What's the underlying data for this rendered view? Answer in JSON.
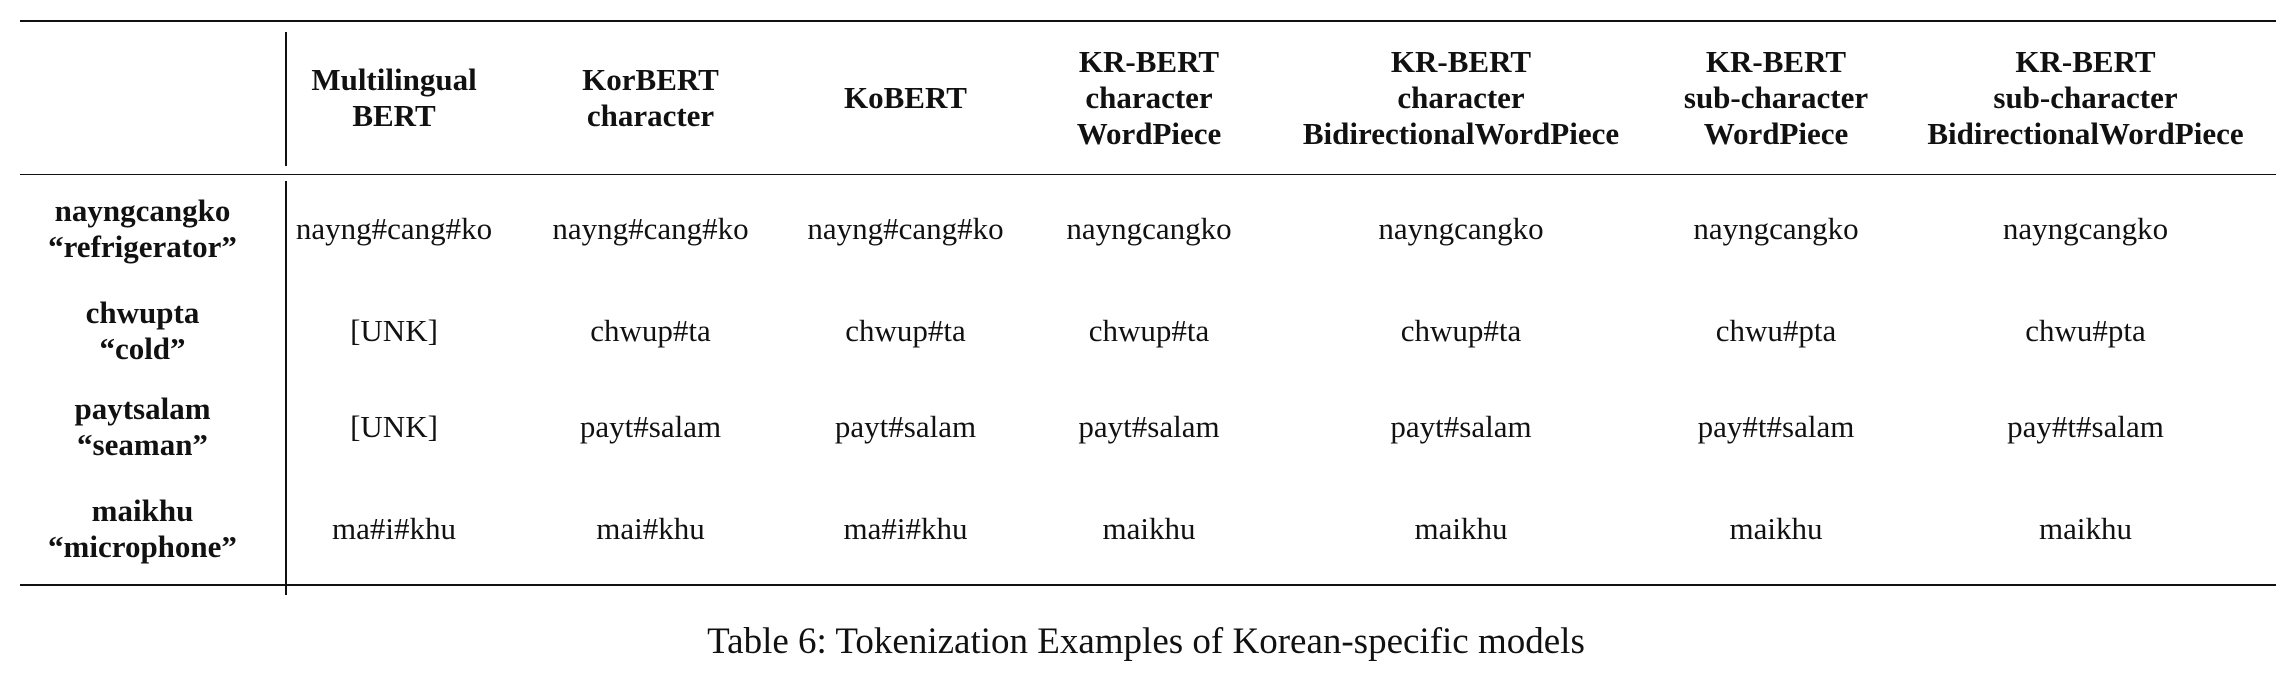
{
  "table": {
    "columns": [
      {
        "lines": [
          ""
        ]
      },
      {
        "lines": [
          "Multilingual",
          "BERT"
        ]
      },
      {
        "lines": [
          "KorBERT",
          "character"
        ]
      },
      {
        "lines": [
          "KoBERT"
        ]
      },
      {
        "lines": [
          "KR-BERT",
          "character",
          "WordPiece"
        ]
      },
      {
        "lines": [
          "KR-BERT",
          "character",
          "BidirectionalWordPiece"
        ]
      },
      {
        "lines": [
          "KR-BERT",
          "sub-character",
          "WordPiece"
        ]
      },
      {
        "lines": [
          "KR-BERT",
          "sub-character",
          "BidirectionalWordPiece"
        ]
      }
    ],
    "rows": [
      {
        "word": "nayngcangko",
        "gloss": "“refrigerator”",
        "cells": [
          "nayng#cang#ko",
          "nayng#cang#ko",
          "nayng#cang#ko",
          "nayngcangko",
          "nayngcangko",
          "nayngcangko",
          "nayngcangko"
        ]
      },
      {
        "word": "chwupta",
        "gloss": "“cold”",
        "cells": [
          "[UNK]",
          "chwup#ta",
          "chwup#ta",
          "chwup#ta",
          "chwup#ta",
          "chwu#pta",
          "chwu#pta"
        ]
      },
      {
        "word": "paytsalam",
        "gloss": "“seaman”",
        "cells": [
          "[UNK]",
          "payt#salam",
          "payt#salam",
          "payt#salam",
          "payt#salam",
          "pay#t#salam",
          "pay#t#salam"
        ]
      },
      {
        "word": "maikhu",
        "gloss": "“microphone”",
        "cells": [
          "ma#i#khu",
          "mai#khu",
          "ma#i#khu",
          "maikhu",
          "maikhu",
          "maikhu",
          "maikhu"
        ]
      }
    ]
  },
  "caption": "Table 6: Tokenization Examples of Korean-specific models"
}
